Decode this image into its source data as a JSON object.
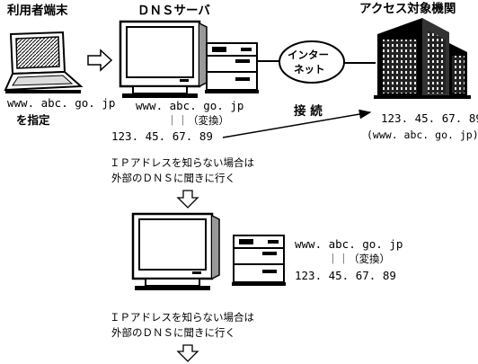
{
  "labels": {
    "user_terminal": "利用者端末",
    "dns_server": "ＤＮＳサーバ",
    "target_org": "アクセス対象機関",
    "internet_line1": "インター",
    "internet_line2": "ネット",
    "connect": "接 続",
    "specify": "を指定",
    "not_known_line1": "ＩＰアドレスを知らない場合は",
    "not_known_line2": "外部のＤＮＳに聞きに行く"
  },
  "values": {
    "domain": "www. abc. go. jp",
    "convert": "｜｜（変換）",
    "ip": "123. 45. 67. 89",
    "domain_paren": "(www. abc. go. jp)"
  },
  "colors": {
    "ink": "#000000",
    "screen": "#ffffff",
    "background": "#ffffff"
  }
}
